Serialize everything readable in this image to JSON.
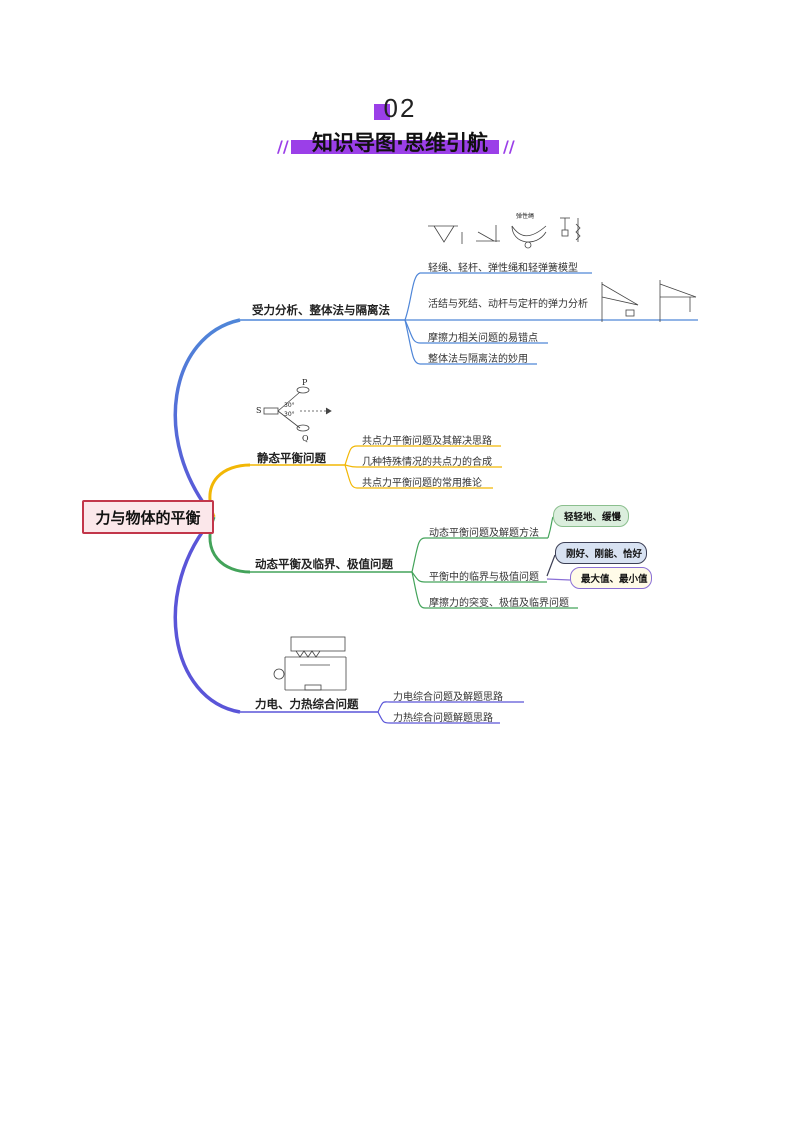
{
  "header": {
    "number": "02",
    "title": "知识导图·思维引航"
  },
  "root": {
    "label": "力与物体的平衡"
  },
  "branches": [
    {
      "label": "受力分析、整体法与隔离法",
      "color": "#4f86d8",
      "leaves": [
        "轻绳、轻杆、弹性绳和轻弹簧模型",
        "活结与死结、动杆与定杆的弹力分析",
        "摩擦力相关问题的易错点",
        "整体法与隔离法的妙用"
      ]
    },
    {
      "label": "静态平衡问题",
      "color": "#f2b705",
      "leaves": [
        "共点力平衡问题及其解决思路",
        "几种特殊情况的共点力的合成",
        "共点力平衡问题的常用推论"
      ]
    },
    {
      "label": "动态平衡及临界、极值问题",
      "color": "#43a35a",
      "leaves": [
        "动态平衡问题及解题方法",
        "平衡中的临界与极值问题",
        "摩擦力的突变、极值及临界问题"
      ],
      "tags": [
        "轻轻地、缓慢",
        "刚好、刚能、恰好",
        "最大值、最小值"
      ]
    },
    {
      "label": "力电、力热综合问题",
      "color": "#5a55d8",
      "leaves": [
        "力电综合问题及解题思路",
        "力热综合问题解题思路"
      ]
    }
  ],
  "figure_labels": {
    "boats": {
      "s": "S",
      "p": "P",
      "q": "Q",
      "angle1": "30°",
      "angle2": "30°"
    },
    "spring_device": "弹性绳"
  }
}
